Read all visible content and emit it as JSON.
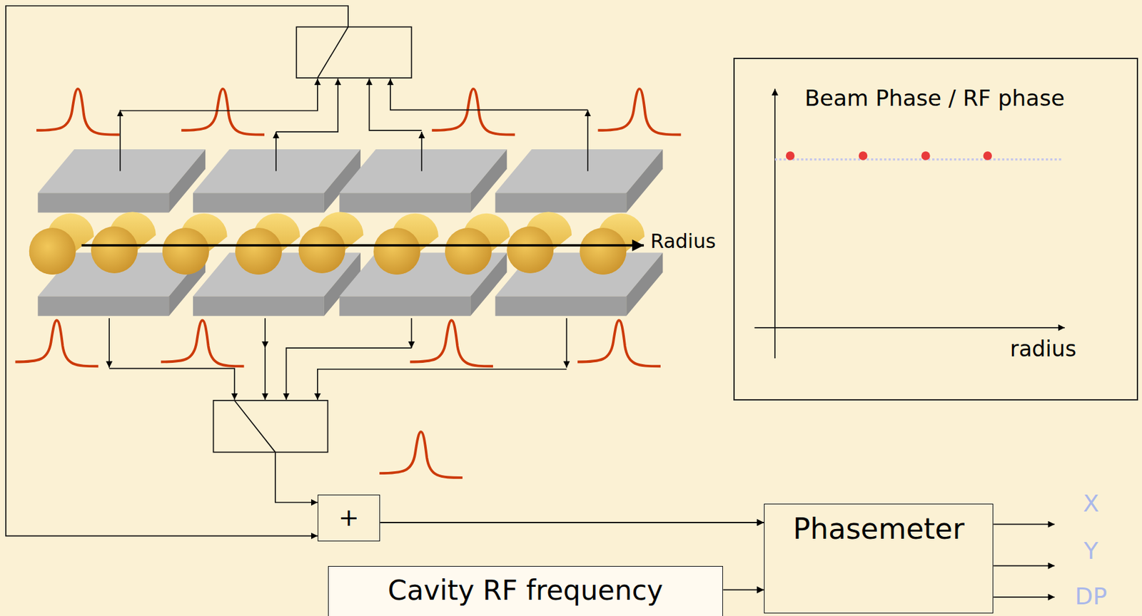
{
  "diagram": {
    "nodes": [
      {
        "text": [
          "Beam Phase / RF phase",
          "radius"
        ]
      },
      {
        "text": [
          "+"
        ]
      },
      {
        "text": [
          "Phasemeter"
        ]
      },
      {
        "text": [
          "Cavity RF frequency"
        ]
      }
    ],
    "edges": [
      {
        "from": 1,
        "to": 2,
        "arrow": "to"
      },
      {
        "from": 3,
        "to": 2,
        "arrow": "to"
      }
    ],
    "labels": [
      "Radius",
      "X",
      "Y",
      "DP"
    ]
  }
}
